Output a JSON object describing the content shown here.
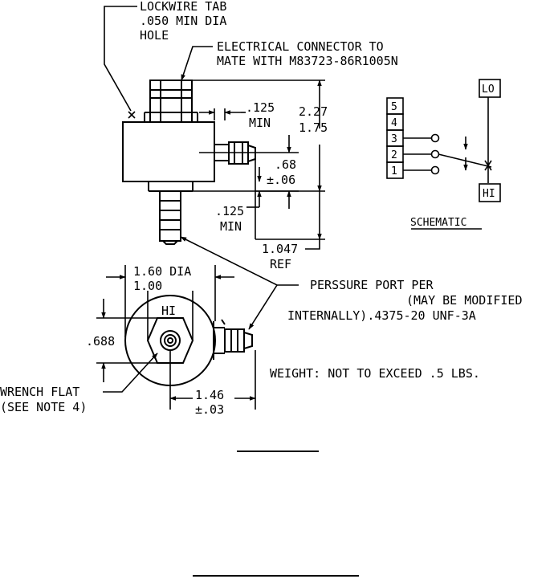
{
  "labels": {
    "lockwire_1": "LOCKWIRE TAB",
    "lockwire_2": ".050 MIN DIA",
    "lockwire_3": "HOLE",
    "connector_1": "ELECTRICAL CONNECTOR TO",
    "connector_2": "MATE WITH M83723-86R1005N",
    "dim_125_top": ".125",
    "min_top": "MIN",
    "dim_227": "2.27",
    "dim_175": "1.75",
    "dim_68": ".68",
    "dim_pm06": "±.06",
    "dim_125_bot": ".125",
    "min_bot": "MIN",
    "dim_1047": "1.047",
    "ref": "REF",
    "dim_160": "1.60 DIA",
    "dim_100": "1.00",
    "hi_face": "HI",
    "dim_688": ".688",
    "wrench_1": "WRENCH FLAT",
    "wrench_2": "(SEE NOTE 4)",
    "dim_146": "1.46",
    "dim_pm03": "±.03",
    "port_1": "PERSSURE PORT PER",
    "port_2": "(MAY BE MODIFIED",
    "port_3": "INTERNALLY).4375-20 UNF-3A",
    "weight": "WEIGHT: NOT TO EXCEED .5 LBS.",
    "schematic": "SCHEMATIC",
    "lo": "LO",
    "hi": "HI",
    "pin5": "5",
    "pin4": "4",
    "pin3": "3",
    "pin2": "2",
    "pin1": "1"
  }
}
